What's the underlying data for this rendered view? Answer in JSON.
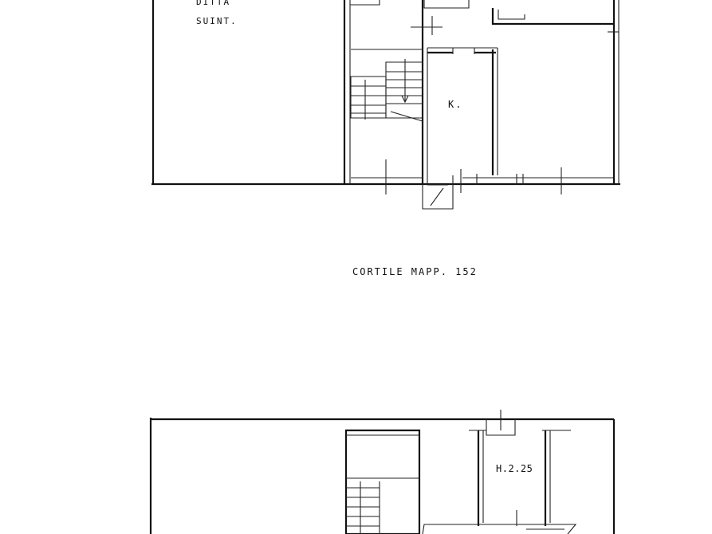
{
  "floor_plan": {
    "labels": {
      "room_partial_1": "DITTA",
      "room_partial_2": "SUINT.",
      "room_k": "K.",
      "courtyard": "CORTILE   MAPP. 152",
      "height": "H.2.25"
    },
    "stroke_color": "#111111",
    "background_color": "#ffffff"
  }
}
